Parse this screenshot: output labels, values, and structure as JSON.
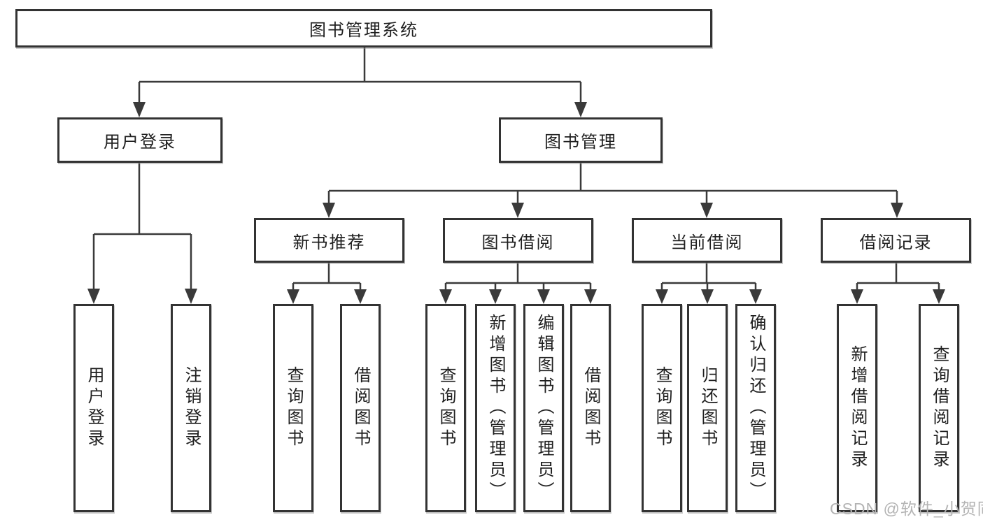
{
  "diagram": {
    "root": {
      "label": "图书管理系统"
    },
    "level2": {
      "user_login": {
        "label": "用户登录"
      },
      "book_mgmt": {
        "label": "图书管理"
      }
    },
    "level3": {
      "new_books": {
        "label": "新书推荐"
      },
      "borrowing": {
        "label": "图书借阅"
      },
      "current": {
        "label": "当前借阅"
      },
      "records": {
        "label": "借阅记录"
      }
    },
    "leaves": {
      "user_login": [
        "用户登录",
        "注销登录"
      ],
      "new_books": [
        "查询图书",
        "借阅图书"
      ],
      "borrowing": [
        "查询图书",
        "新增图书（管理员）",
        "编辑图书（管理员）",
        "借阅图书"
      ],
      "current": [
        "查询图书",
        "归还图书",
        "确认归还（管理员）"
      ],
      "records": [
        "新增借阅记录",
        "查询借阅记录"
      ]
    }
  },
  "watermark": {
    "text": "CSDN @软件_小贺同学"
  },
  "colors": {
    "background": "#ffffff",
    "line": "#3a3a3a",
    "box_border": "#333333",
    "text": "#1f1f1f",
    "watermark": "#b4b4b4"
  }
}
